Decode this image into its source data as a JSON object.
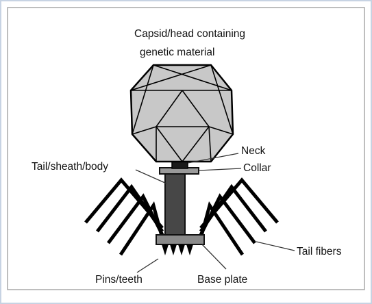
{
  "diagram": {
    "labels": {
      "capsid_line1": "Capsid/head containing",
      "capsid_line2": "genetic material",
      "neck": "Neck",
      "collar": "Collar",
      "tail_sheath": "Tail/sheath/body",
      "tail_fibers": "Tail fibers",
      "pins": "Pins/teeth",
      "base_plate": "Base plate"
    }
  }
}
